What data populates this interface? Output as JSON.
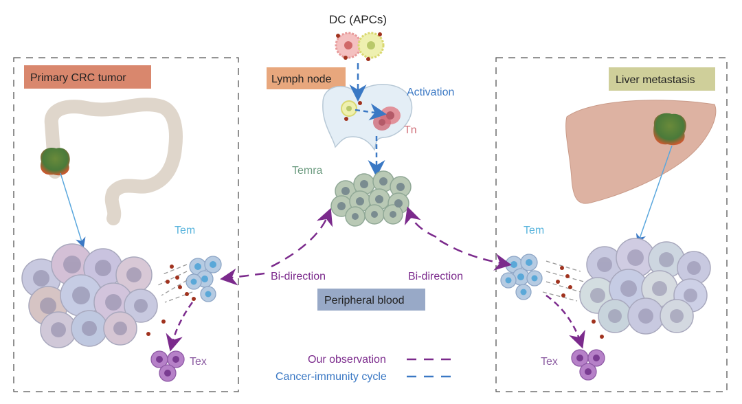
{
  "labels": {
    "dc": "DC (APCs)",
    "lymph_node": "Lymph node",
    "activation": "Activation",
    "tn": "Tn",
    "temra": "Temra",
    "primary_tumor": "Primary CRC tumor",
    "liver_metastasis": "Liver metastasis",
    "tem_left": "Tem",
    "tem_right": "Tem",
    "tex_left": "Tex",
    "tex_right": "Tex",
    "bi_left": "Bi-direction",
    "bi_right": "Bi-direction",
    "peripheral_blood": "Peripheral blood"
  },
  "legend": {
    "observation": "Our observation",
    "cycle": "Cancer-immunity cycle"
  },
  "colors": {
    "purple_arrow": "#7b2a8c",
    "blue_arrow": "#3a78c4",
    "primary_box": "#d9876d",
    "lymph_box": "#e8a77d",
    "liver_box": "#cfcf9a",
    "blood_box": "#98a9c7",
    "tem_text": "#5bb5dd",
    "tex_text": "#8a5aa0",
    "temra_text": "#6b9a7f",
    "tn_text": "#d0707a"
  }
}
